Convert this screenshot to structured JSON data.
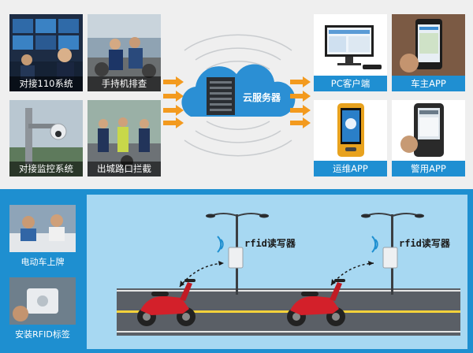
{
  "top_left": [
    {
      "label": "对接110系统",
      "icon": "police-monitoring-photo"
    },
    {
      "label": "手持机排查",
      "icon": "handheld-inspection-photo"
    },
    {
      "label": "对接监控系统",
      "icon": "surveillance-camera-photo"
    },
    {
      "label": "出城路口拦截",
      "icon": "roadblock-photo"
    }
  ],
  "cloud": {
    "label": "云服务器"
  },
  "top_right": [
    {
      "label": "PC客户端",
      "icon": "pc-monitor-icon"
    },
    {
      "label": "车主APP",
      "icon": "phone-app-icon"
    },
    {
      "label": "运维APP",
      "icon": "rugged-handheld-icon"
    },
    {
      "label": "警用APP",
      "icon": "police-handheld-icon"
    }
  ],
  "bottom_left": [
    {
      "label": "电动车上牌",
      "icon": "registration-photo"
    },
    {
      "label": "安装RFID标签",
      "icon": "rfid-install-photo"
    }
  ],
  "readers": [
    {
      "label": "rfid读写器"
    },
    {
      "label": "rfid读写器"
    }
  ],
  "colors": {
    "blue": "#1e8fd0",
    "light_blue": "#a7d8f2",
    "orange": "#f39a1e",
    "scooter_red": "#d3202a",
    "road": "#5a5f66",
    "lane": "#f4d23a"
  }
}
